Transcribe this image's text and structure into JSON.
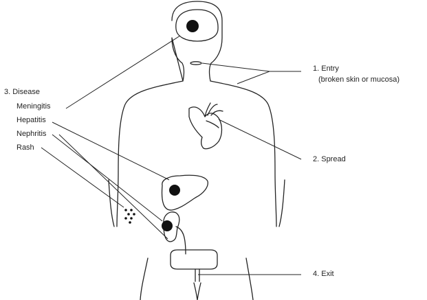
{
  "labels": {
    "entry": "1. Entry",
    "entry_detail": "(broken skin or mucosa)",
    "spread": "2. Spread",
    "disease": "3. Disease",
    "exit": "4. Exit",
    "diseases": [
      "Meningitis",
      "Hepatitis",
      "Nephritis",
      "Rash"
    ]
  },
  "colors": {
    "line": "#222222",
    "background": "#ffffff"
  }
}
